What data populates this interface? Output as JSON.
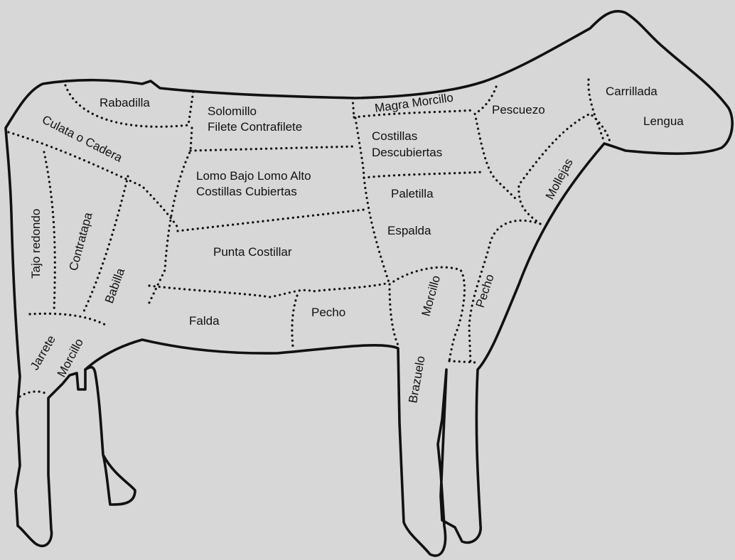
{
  "cuts": {
    "rabadilla": "Rabadilla",
    "culata": "Culata o Cadera",
    "solomillo": "Solomillo",
    "filete": "Filete Contrafilete",
    "magra": "Magra Morcillo",
    "pescuezo": "Pescuezo",
    "carrillada": "Carrillada",
    "lengua": "Lengua",
    "costillas_desc_1": "Costillas",
    "costillas_desc_2": "Descubiertas",
    "lomo": "Lomo Bajo Lomo Alto",
    "costillas_cub": "Costillas Cubiertas",
    "mollejas": "Mollejas",
    "paletilla": "Paletilla",
    "espalda": "Espalda",
    "tajo": "Tajo redondo",
    "contratapa": "Contratapa",
    "punta": "Punta Costillar",
    "babilla": "Babilla",
    "falda": "Falda",
    "pecho_belly": "Pecho",
    "morcillo_front": "Morcillo",
    "pecho_front": "Pecho",
    "jarrete": "Jarrete",
    "morcillo_hind": "Morcillo",
    "brazuelo": "Brazuelo"
  }
}
